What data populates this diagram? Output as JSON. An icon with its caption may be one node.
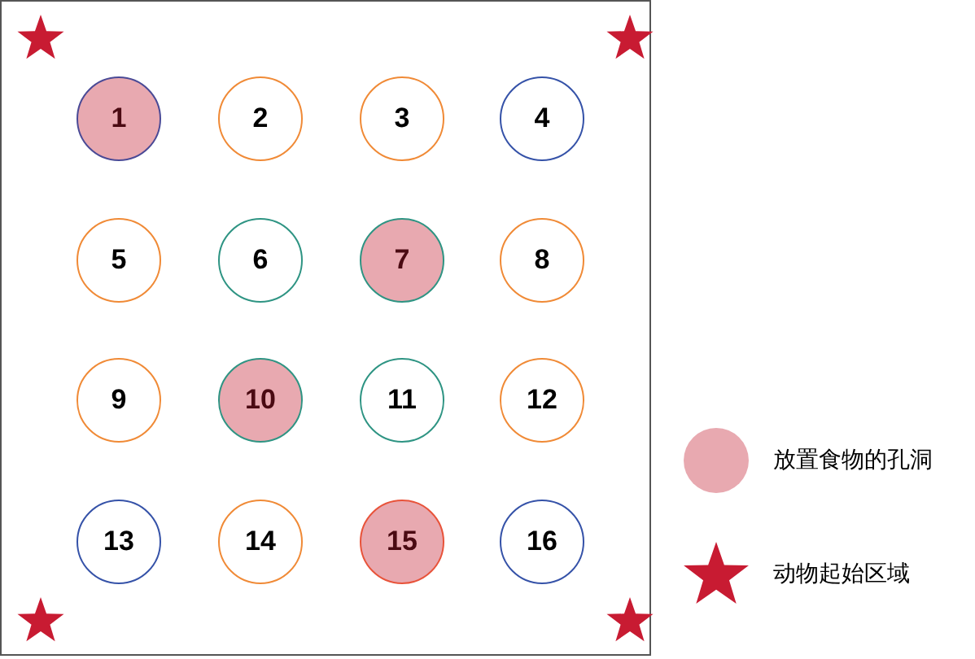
{
  "diagram": {
    "nodes": [
      {
        "text": [],
        "shape": "box"
      },
      {
        "text": [
          "1"
        ],
        "in": 0
      },
      {
        "text": [
          "2"
        ],
        "in": 0
      },
      {
        "text": [
          "3"
        ],
        "in": 0
      },
      {
        "text": [
          "4"
        ],
        "in": 0
      },
      {
        "text": [
          "5"
        ],
        "in": 0
      },
      {
        "text": [
          "6"
        ],
        "in": 0
      },
      {
        "text": [
          "7"
        ],
        "in": 0
      },
      {
        "text": [
          "8"
        ],
        "in": 0
      },
      {
        "text": [
          "9"
        ],
        "in": 0
      },
      {
        "text": [
          "10"
        ],
        "in": 0
      },
      {
        "text": [
          "11"
        ],
        "in": 0
      },
      {
        "text": [
          "12"
        ],
        "in": 0
      },
      {
        "text": [
          "13"
        ],
        "in": 0
      },
      {
        "text": [
          "14"
        ],
        "in": 0
      },
      {
        "text": [
          "15"
        ],
        "in": 0
      },
      {
        "text": [
          "16"
        ],
        "in": 0
      }
    ],
    "legend": [
      {
        "text": "放置食物的孔洞",
        "color": "#e8a9b0"
      },
      {
        "text": "动物起始区域"
      }
    ]
  }
}
